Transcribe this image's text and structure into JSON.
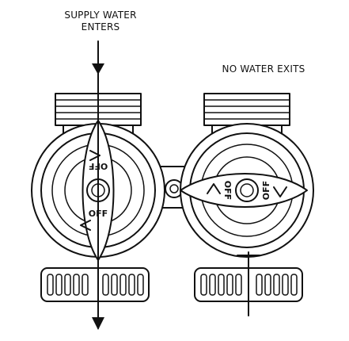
{
  "labels": {
    "supply_line1": "SUPPLY WATER",
    "supply_line2": "ENTERS",
    "no_exit": "NO WATER EXITS"
  },
  "valves": {
    "left": {
      "mark_top": "OFF",
      "mark_bottom": "OFF"
    },
    "right": {
      "mark_left": "OFF",
      "mark_right": "OFF"
    }
  }
}
